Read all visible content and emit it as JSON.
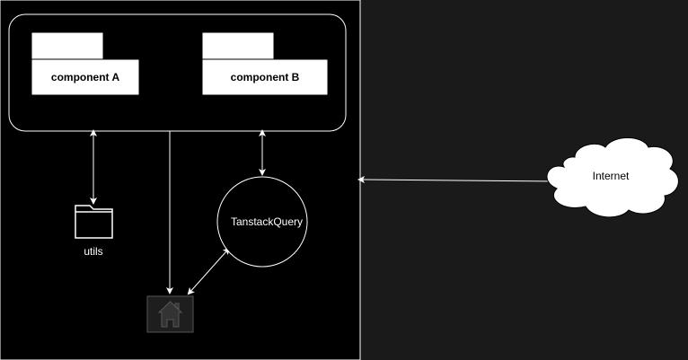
{
  "diagram": {
    "colors": {
      "left_panel_bg": "#000000",
      "right_panel_bg": "#1a1a1a",
      "stroke": "#ffffff",
      "text": "#ffffff",
      "component_text": "#000000",
      "component_fill": "#ffffff",
      "home_icon_fill": "#2b2b2b",
      "home_icon_stroke": "#555555"
    },
    "component_a": {
      "label": "component A"
    },
    "component_b": {
      "label": "component B"
    },
    "utils": {
      "label": "utils",
      "icon": "folder-icon"
    },
    "tanstack": {
      "label": "TanstackQuery"
    },
    "home": {
      "icon": "home-icon"
    },
    "internet": {
      "label": "Internet",
      "icon": "cloud-icon"
    }
  }
}
